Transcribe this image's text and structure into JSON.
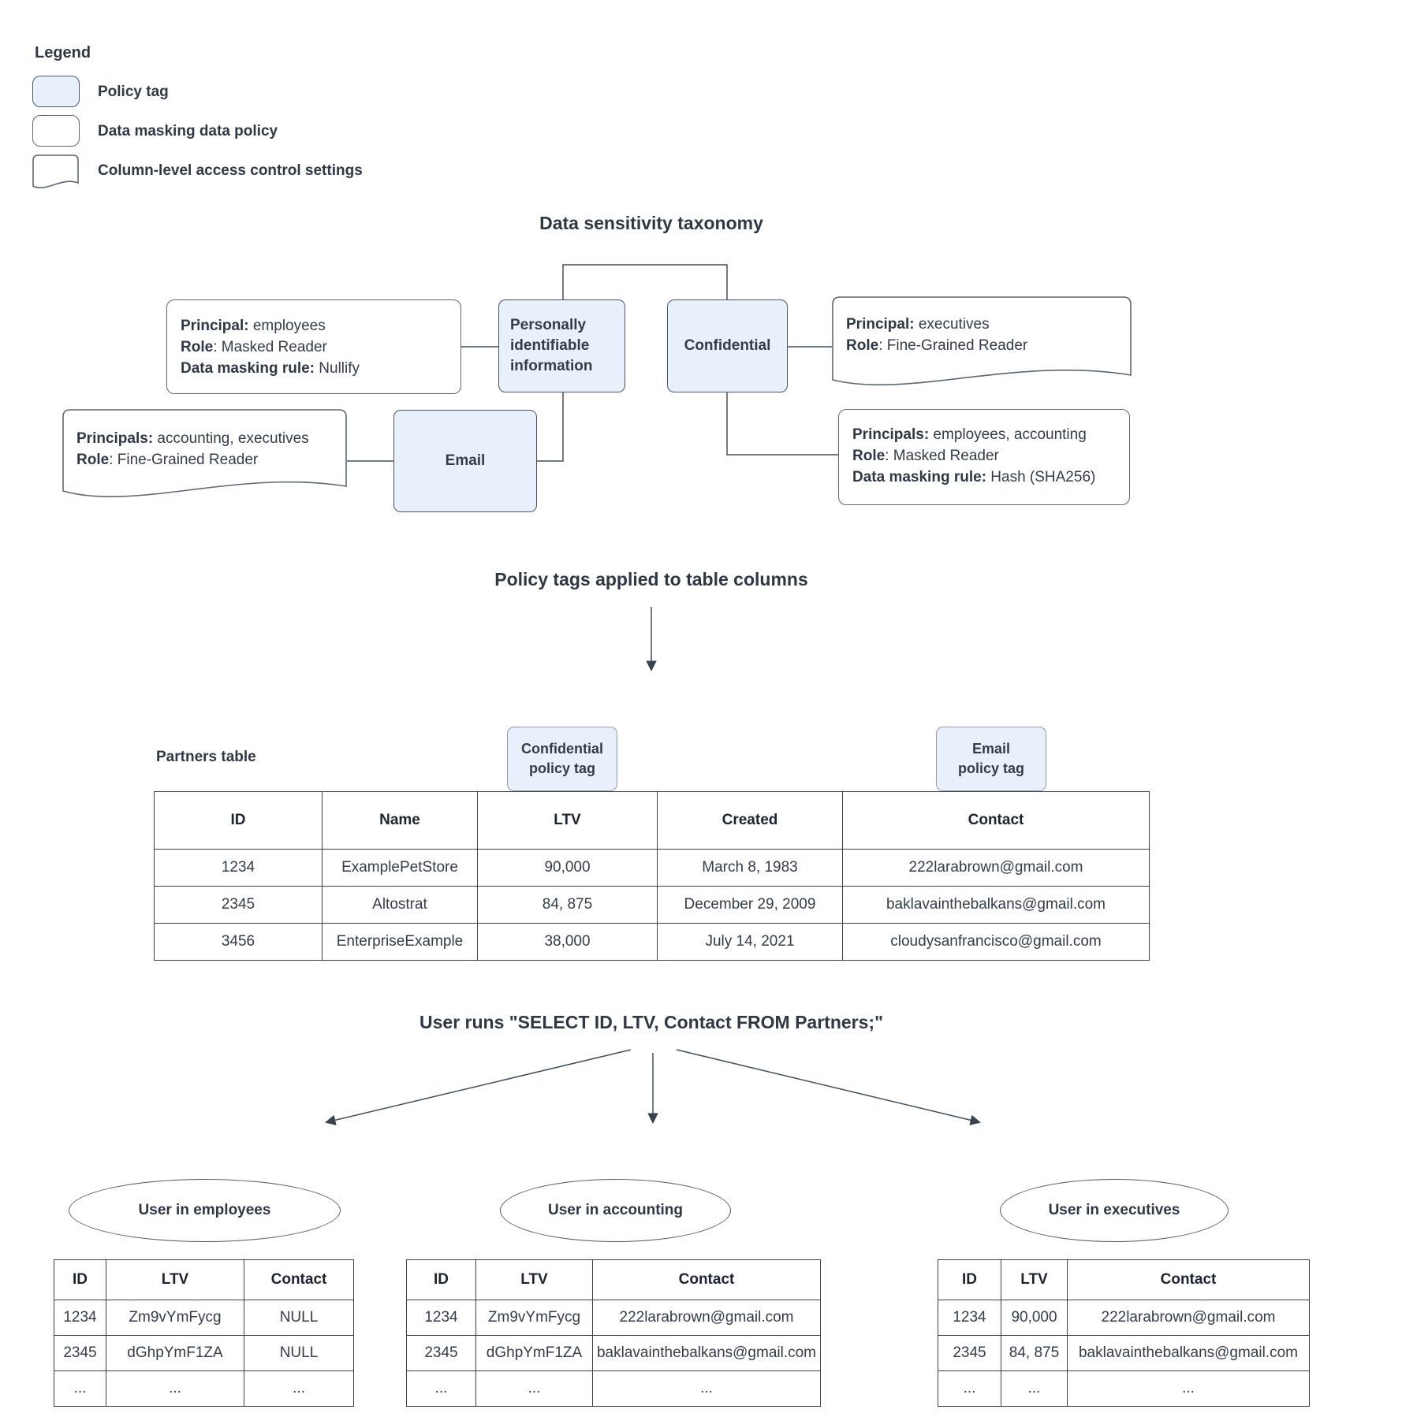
{
  "legend": {
    "title": "Legend",
    "items": [
      {
        "shape": "policy-tag",
        "label": "Policy tag"
      },
      {
        "shape": "data-masking-policy",
        "label": "Data masking data policy"
      },
      {
        "shape": "access-control-settings",
        "label": "Column-level access control settings"
      }
    ]
  },
  "titles": {
    "taxonomy": "Data sensitivity taxonomy",
    "policy_tags": "Policy tags applied to table columns",
    "query": "User runs \"SELECT ID, LTV, Contact FROM Partners;\""
  },
  "colors": {
    "policy_tag_fill": "#e8f0fb",
    "box_border": "#4c5664",
    "text": "#333c49",
    "line": "#434e5b"
  },
  "taxonomy": {
    "pii_label": "Personally identifiable information",
    "confidential_label": "Confidential",
    "email_label": "Email",
    "masking_left": {
      "l1b": "Principal:",
      "l1v": " employees",
      "l2b": "Role",
      "l2v": ": Masked Reader",
      "l3b": "Data masking rule:",
      "l3v": " Nullify"
    },
    "acl_right": {
      "l1b": "Principal:",
      "l1v": " executives",
      "l2b": "Role",
      "l2v": ": Fine-Grained Reader"
    },
    "acl_left": {
      "l1b": "Principals:",
      "l1v": " accounting, executives",
      "l2b": "Role",
      "l2v": ": Fine-Grained Reader"
    },
    "masking_right": {
      "l1b": "Principals:",
      "l1v": " employees, accounting",
      "l2b": "Role",
      "l2v": ": Masked Reader",
      "l3b": "Data masking rule:",
      "l3v": " Hash (SHA256)"
    }
  },
  "partners": {
    "label": "Partners table",
    "chips": {
      "confidential": {
        "line1": "Confidential",
        "line2": "policy tag"
      },
      "email": {
        "line1": "Email",
        "line2": "policy tag"
      }
    },
    "table": {
      "headers": [
        "ID",
        "Name",
        "LTV",
        "Created",
        "Contact"
      ],
      "rows": [
        [
          "1234",
          "ExamplePetStore",
          "90,000",
          "March 8, 1983",
          "222larabrown@gmail.com"
        ],
        [
          "2345",
          "Altostrat",
          "84, 875",
          "December 29, 2009",
          "baklavainthebalkans@gmail.com"
        ],
        [
          "3456",
          "EnterpriseExample",
          "38,000",
          "July 14, 2021",
          "cloudysanfrancisco@gmail.com"
        ]
      ]
    }
  },
  "results": [
    {
      "group": "User in employees",
      "table": {
        "headers": [
          "ID",
          "LTV",
          "Contact"
        ],
        "rows": [
          [
            "1234",
            "Zm9vYmFycg",
            "NULL"
          ],
          [
            "2345",
            "dGhpYmF1ZA",
            "NULL"
          ],
          [
            "...",
            "...",
            "..."
          ]
        ]
      }
    },
    {
      "group": "User in accounting",
      "table": {
        "headers": [
          "ID",
          "LTV",
          "Contact"
        ],
        "rows": [
          [
            "1234",
            "Zm9vYmFycg",
            "222larabrown@gmail.com"
          ],
          [
            "2345",
            "dGhpYmF1ZA",
            "baklavainthebalkans@gmail.com"
          ],
          [
            "...",
            "...",
            "..."
          ]
        ]
      }
    },
    {
      "group": "User in executives",
      "table": {
        "headers": [
          "ID",
          "LTV",
          "Contact"
        ],
        "rows": [
          [
            "1234",
            "90,000",
            "222larabrown@gmail.com"
          ],
          [
            "2345",
            "84, 875",
            "baklavainthebalkans@gmail.com"
          ],
          [
            "...",
            "...",
            "..."
          ]
        ]
      }
    }
  ]
}
